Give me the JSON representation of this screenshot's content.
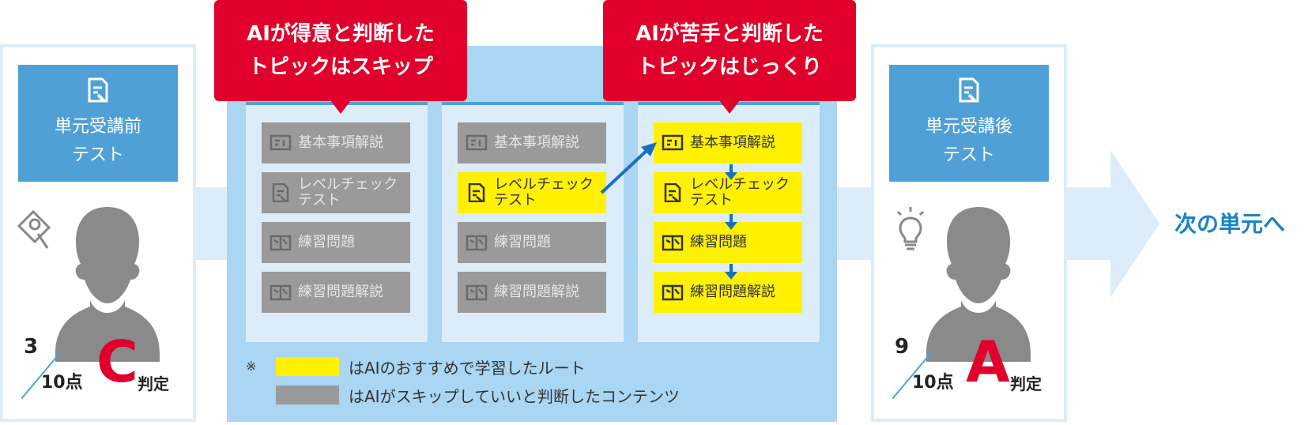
{
  "colors": {
    "blue": "#4fa0d6",
    "light_blue": "#dcedf9",
    "panel_blue": "#aad5f3",
    "red": "#e0002b",
    "yellow": "#fff100",
    "gray": "#9a9a9a",
    "next_blue": "#1a82c8"
  },
  "before_card": {
    "test_label_line1": "単元受講前",
    "test_label_line2": "テスト",
    "icon": "confused-face-icon",
    "score": "3",
    "total": "10点",
    "grade": "C",
    "judge": "判定"
  },
  "after_card": {
    "test_label_line1": "単元受講後",
    "test_label_line2": "テスト",
    "icon": "lightbulb-icon",
    "score": "9",
    "total": "10点",
    "grade": "A",
    "judge": "判定"
  },
  "callouts": {
    "strong": {
      "line1": "AIが得意と判断した",
      "line2": "トピックはスキップ"
    },
    "weak": {
      "line1": "AIが苦手と判断した",
      "line2": "トピックはじっくり"
    }
  },
  "columns": [
    {
      "items": [
        {
          "label": "基本事項解説",
          "style": "gray",
          "icon": "lecture-icon"
        },
        {
          "label": "レベルチェックテスト",
          "line1": "レベルチェック",
          "line2": "テスト",
          "style": "gray",
          "icon": "test-icon"
        },
        {
          "label": "練習問題",
          "style": "gray",
          "icon": "book-icon"
        },
        {
          "label": "練習問題解説",
          "style": "gray",
          "icon": "book-icon"
        }
      ]
    },
    {
      "items": [
        {
          "label": "基本事項解説",
          "style": "gray",
          "icon": "lecture-icon"
        },
        {
          "label": "レベルチェックテスト",
          "line1": "レベルチェック",
          "line2": "テスト",
          "style": "yellow",
          "icon": "test-icon"
        },
        {
          "label": "練習問題",
          "style": "gray",
          "icon": "book-icon"
        },
        {
          "label": "練習問題解説",
          "style": "gray",
          "icon": "book-icon"
        }
      ]
    },
    {
      "items": [
        {
          "label": "基本事項解説",
          "style": "yellow",
          "icon": "lecture-icon"
        },
        {
          "label": "レベルチェックテスト",
          "line1": "レベルチェック",
          "line2": "テスト",
          "style": "yellow",
          "icon": "test-icon"
        },
        {
          "label": "練習問題",
          "style": "yellow",
          "icon": "book-icon"
        },
        {
          "label": "練習問題解説",
          "style": "yellow",
          "icon": "book-icon"
        }
      ]
    }
  ],
  "legend": {
    "mark": "※",
    "yellow_text": "はAIのおすすめで学習したルート",
    "gray_text": "はAIがスキップしていいと判断したコンテンツ"
  },
  "next_label": "次の単元へ"
}
